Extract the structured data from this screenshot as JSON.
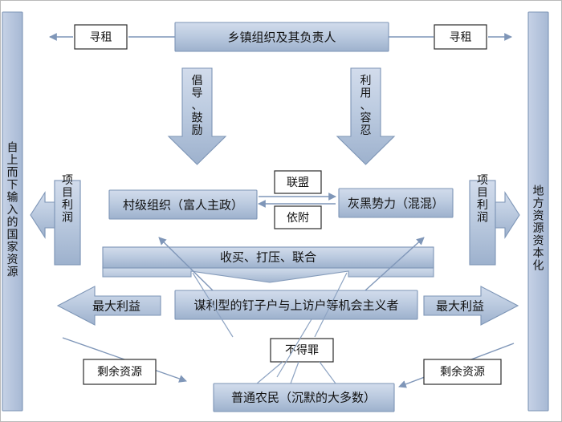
{
  "diagram": {
    "title_box": {
      "label": "乡镇组织及其负责人"
    },
    "side_bars": {
      "left": {
        "label": "自上而下输入的国家资源"
      },
      "right": {
        "label": "地方资源资本化"
      }
    },
    "rent_boxes": {
      "left": {
        "label": "寻租"
      },
      "right": {
        "label": "寻租"
      }
    },
    "down_arrows": {
      "left": {
        "label": "倡导、鼓励"
      },
      "right": {
        "label": "利用、容忍"
      }
    },
    "profit_arrows": {
      "left": {
        "label": "项目利润"
      },
      "right": {
        "label": "项目利润"
      }
    },
    "actor_boxes": {
      "village": {
        "label": "村级组织（富人主政）"
      },
      "gangs": {
        "label": "灰黑势力（混混）"
      },
      "opportunists": {
        "label": "谋利型的钉子户与上访户等机会主义者"
      },
      "farmers": {
        "label": "普通农民（沉默的大多数）"
      }
    },
    "link_boxes": {
      "alliance": {
        "label": "联盟"
      },
      "dependence": {
        "label": "依附"
      },
      "no_offense": {
        "label": "不得罪"
      }
    },
    "ribbon": {
      "label": "收买、打压、联合"
    },
    "benefit_arrows": {
      "left": {
        "label": "最大利益"
      },
      "right": {
        "label": "最大利益"
      }
    },
    "surplus_boxes": {
      "left": {
        "label": "剩余资源"
      },
      "right": {
        "label": "剩余资源"
      }
    },
    "colors": {
      "shape_fill_light": "#ccd7e8",
      "shape_fill_dark": "#9fb3ce",
      "shape_stroke": "#7d95b6",
      "connector": "#7f96b8",
      "text": "#111111",
      "outer_border": "#b9b9b9",
      "page_background": "#ffffff"
    }
  }
}
